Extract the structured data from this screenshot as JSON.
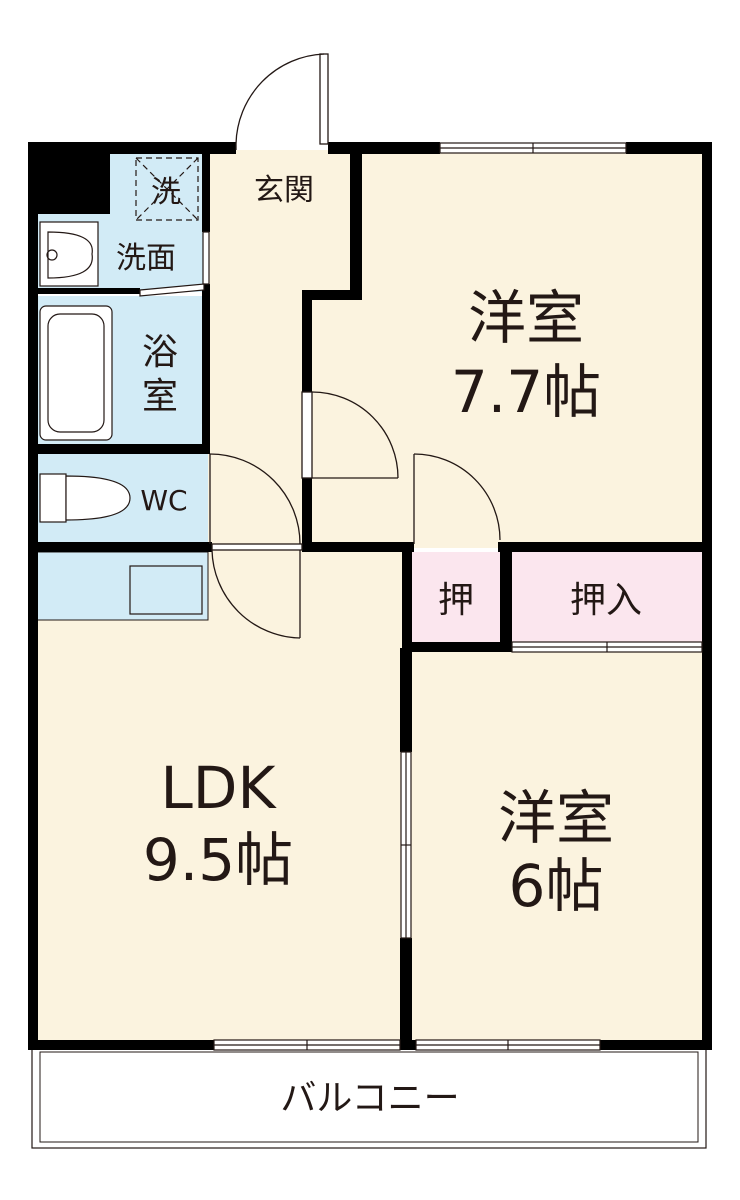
{
  "rooms": {
    "western_room_1": {
      "name": "洋室",
      "size": "7.7帖"
    },
    "western_room_2": {
      "name": "洋室",
      "size": "6帖"
    },
    "ldk": {
      "name": "LDK",
      "size": "9.5帖"
    },
    "entrance": "玄関",
    "washer": "洗",
    "washroom": "洗面",
    "bath_line1": "浴",
    "bath_line2": "室",
    "toilet": "WC",
    "closet_small": "押",
    "closet_large": "押入",
    "balcony": "バルコニー"
  },
  "colors": {
    "living_floor": "#fbf3df",
    "wet_area": "#d2ebf6",
    "closet": "#fbe6ee",
    "wall": "#000000",
    "text": "#231815"
  }
}
